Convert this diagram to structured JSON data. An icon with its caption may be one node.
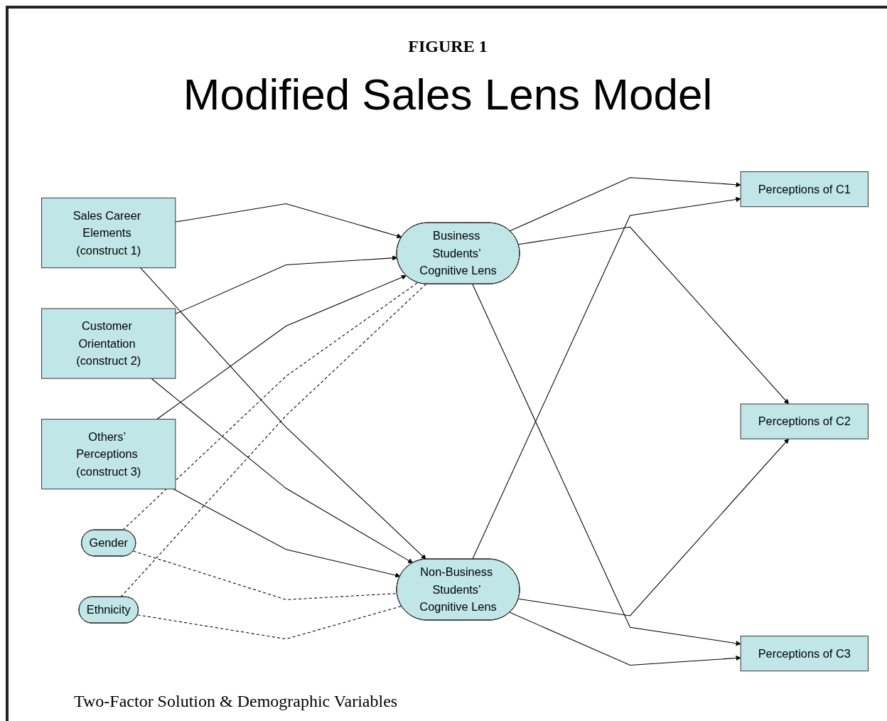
{
  "diagram": {
    "title": "Modified Sales Lens Model",
    "caption": "Two-Factor Solution & Demographic Variables",
    "labels": [
      "FIGURE 1"
    ],
    "nodes": [
      {
        "text": [
          "Sales Career Elements (construct 1)"
        ]
      },
      {
        "text": [
          "Customer Orientation (construct 2)"
        ]
      },
      {
        "text": [
          "Others’ Perceptions (construct 3)"
        ]
      },
      {
        "text": [
          "Business Students’ Cognitive Lens"
        ]
      },
      {
        "text": [
          "Non-Business Students’ Cognitive Lens"
        ]
      },
      {
        "text": [
          "Perceptions of C1"
        ]
      },
      {
        "text": [
          "Perceptions of C2"
        ]
      },
      {
        "text": [
          "Perceptions of C3"
        ]
      },
      {
        "text": [
          "Gender"
        ]
      },
      {
        "text": [
          "Ethnicity"
        ]
      }
    ],
    "edges": [
      {
        "from": 0,
        "to": 3,
        "arrow": "to"
      },
      {
        "from": 0,
        "to": 4,
        "arrow": "to"
      },
      {
        "from": 1,
        "to": 3,
        "arrow": "to"
      },
      {
        "from": 1,
        "to": 4,
        "arrow": "to"
      },
      {
        "from": 2,
        "to": 3,
        "arrow": "to"
      },
      {
        "from": 2,
        "to": 4,
        "arrow": "to"
      },
      {
        "from": 3,
        "to": 5,
        "arrow": "to"
      },
      {
        "from": 3,
        "to": 6,
        "arrow": "to"
      },
      {
        "from": 3,
        "to": 7,
        "arrow": "to"
      },
      {
        "from": 4,
        "to": 5,
        "arrow": "to"
      },
      {
        "from": 4,
        "to": 6,
        "arrow": "to"
      },
      {
        "from": 4,
        "to": 7,
        "arrow": "to"
      },
      {
        "from": 8,
        "to": 3,
        "arrow": "none",
        "style": "dashed"
      },
      {
        "from": 8,
        "to": 4,
        "arrow": "none",
        "style": "dashed"
      },
      {
        "from": 9,
        "to": 3,
        "arrow": "none",
        "style": "dashed"
      },
      {
        "from": 9,
        "to": 4,
        "arrow": "none",
        "style": "dashed"
      }
    ]
  }
}
